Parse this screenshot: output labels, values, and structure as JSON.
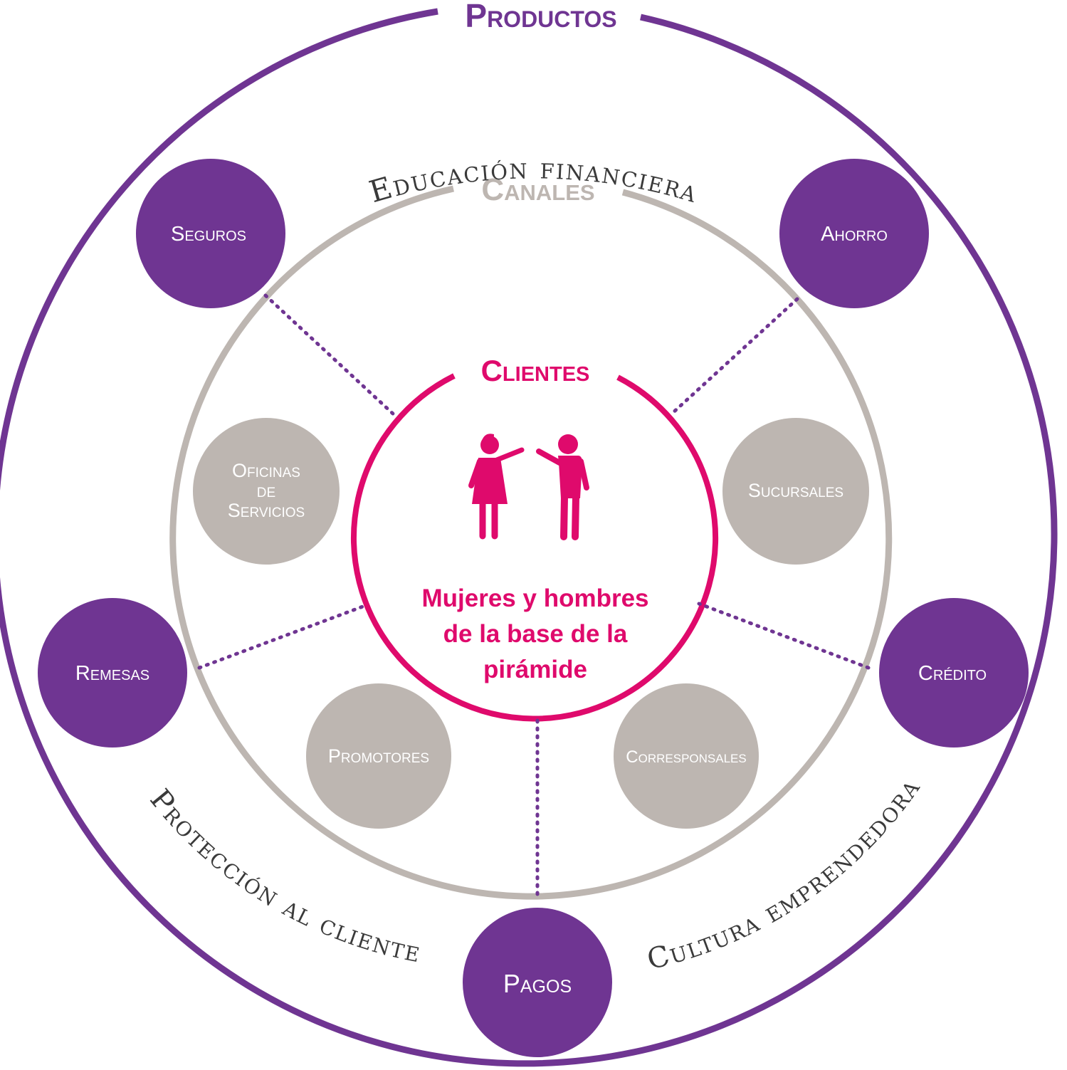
{
  "rings": {
    "outer": {
      "label": "Productos",
      "color": "#6f3592"
    },
    "middle": {
      "label": "Canales",
      "color": "#bdb6b1"
    },
    "inner": {
      "label": "Clientes",
      "color": "#df0a6c"
    }
  },
  "themes": {
    "top": "Educación financiera",
    "bottom_left": "Protección al cliente",
    "bottom_right": "Cultura emprendedora"
  },
  "products": {
    "seguros": "Seguros",
    "ahorro": "Ahorro",
    "remesas": "Remesas",
    "credito": "Crédito",
    "pagos": "Pagos"
  },
  "channels": {
    "oficinas": [
      "Oficinas",
      "de",
      "Servicios"
    ],
    "sucursales": "Sucursales",
    "promotores": "Promotores",
    "corresponsales": "Corresponsales"
  },
  "center": {
    "icon": "people-talking-icon",
    "text_lines": [
      "Mujeres y hombres",
      "de la base de la",
      "pirámide"
    ]
  },
  "colors": {
    "purple": "#6f3592",
    "grey_circle": "#bdb6b1",
    "magenta": "#df0a6c",
    "dark_text": "#3a3a3a"
  }
}
